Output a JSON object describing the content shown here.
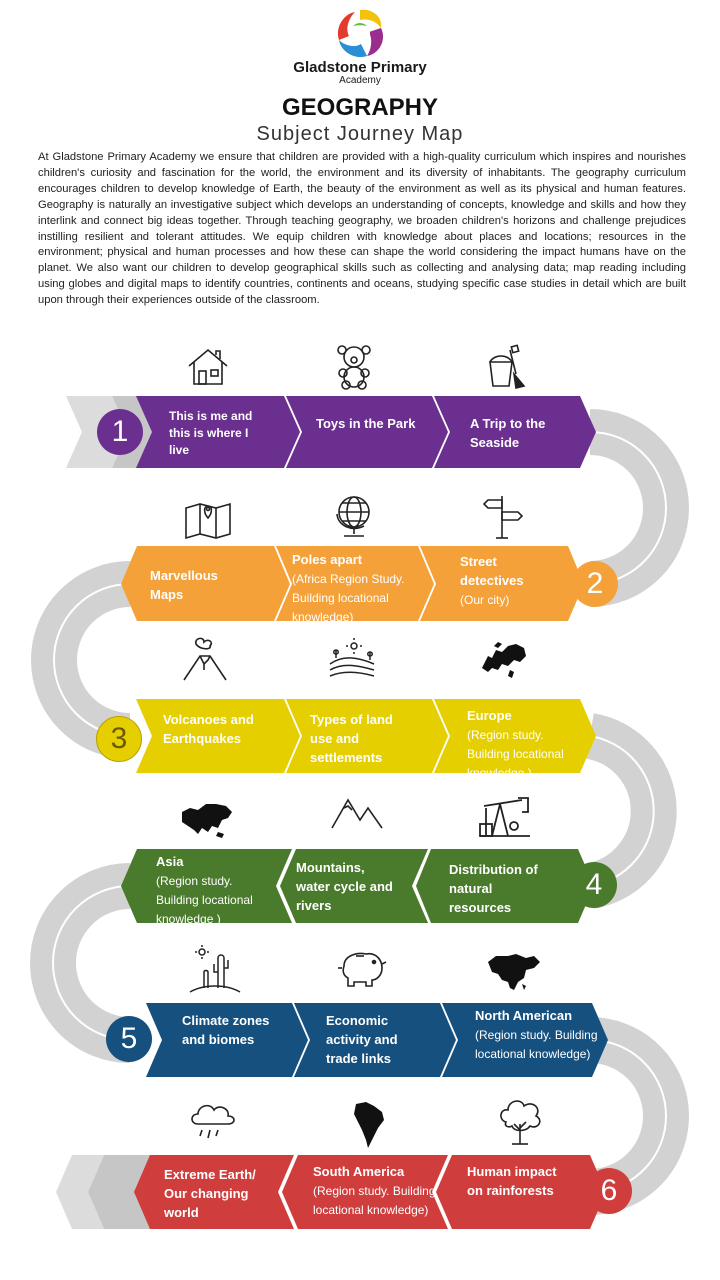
{
  "header": {
    "school_name": "Gladstone Primary",
    "school_sub": "Academy",
    "title": "GEOGRAPHY",
    "subtitle": "Subject Journey Map"
  },
  "intro": "At Gladstone Primary Academy we ensure that children are provided with a high-quality curriculum which inspires and nourishes children's curiosity and fascination for the world, the environment and its diversity of inhabitants. The geography curriculum encourages children to develop knowledge of Earth, the beauty of the environment as well as its physical and human features. Geography is naturally an investigative subject which develops an understanding of concepts, knowledge and skills and how they interlink and connect big ideas together. Through teaching geography, we broaden children's horizons and challenge prejudices instilling resilient and tolerant attitudes.  We equip children with knowledge about places and locations; resources in the environment; physical and human processes and how these can shape the world considering the impact humans have on the planet. We also want our children to develop geographical skills such as collecting and analysing data; map reading including using globes and digital maps to identify countries, continents and oceans, studying specific case studies in detail which are built upon through their experiences outside of the classroom.",
  "colors": {
    "purple": "#6b2f8f",
    "orange": "#f4a13a",
    "yellow": "#e6cf00",
    "green": "#4a7a2c",
    "blue": "#16507e",
    "red": "#cf3d3d",
    "road": "#d2d2d2"
  },
  "years": [
    {
      "number": "1",
      "topics": [
        {
          "title": "This is me and this is where I live",
          "sub": "",
          "icon": "house-icon"
        },
        {
          "title": "Toys in the Park",
          "sub": "",
          "icon": "teddy-bear-icon"
        },
        {
          "title": "A Trip to the Seaside",
          "sub": "",
          "icon": "bucket-spade-icon"
        }
      ]
    },
    {
      "number": "2",
      "topics": [
        {
          "title": "Street detectives",
          "sub": "(Our city)",
          "icon": "signpost-icon"
        },
        {
          "title": "Poles apart",
          "sub": "(Africa Region Study. Building locational knowledge)",
          "icon": "globe-icon"
        },
        {
          "title": "Marvellous Maps",
          "sub": "",
          "icon": "map-pin-icon"
        }
      ]
    },
    {
      "number": "3",
      "topics": [
        {
          "title": "Volcanoes and Earthquakes",
          "sub": "",
          "icon": "volcano-icon"
        },
        {
          "title": "Types of land use and settlements",
          "sub": "",
          "icon": "farmland-icon"
        },
        {
          "title": "Europe",
          "sub": "(Region study. Building locational knowledge )",
          "icon": "europe-map-icon"
        }
      ]
    },
    {
      "number": "4",
      "topics": [
        {
          "title": "Distribution of natural resources",
          "sub": "",
          "icon": "oil-pump-icon"
        },
        {
          "title": "Mountains, water cycle and rivers",
          "sub": "",
          "icon": "mountains-icon"
        },
        {
          "title": "Asia",
          "sub": "(Region study. Building locational knowledge )",
          "icon": "asia-map-icon"
        }
      ]
    },
    {
      "number": "5",
      "topics": [
        {
          "title": "Climate zones and biomes",
          "sub": "",
          "icon": "desert-cactus-icon"
        },
        {
          "title": "Economic activity and trade links",
          "sub": "",
          "icon": "piggy-bank-icon"
        },
        {
          "title": "North American",
          "sub": "(Region study. Building locational knowledge)",
          "icon": "north-america-map-icon"
        }
      ]
    },
    {
      "number": "6",
      "topics": [
        {
          "title": "Human impact on rainforests",
          "sub": "",
          "icon": "tree-icon"
        },
        {
          "title": "South America",
          "sub": "(Region study. Building locational knowledge)",
          "icon": "south-america-map-icon"
        },
        {
          "title": "Extreme Earth/ Our changing world",
          "sub": "",
          "icon": "rain-cloud-icon"
        }
      ]
    }
  ]
}
